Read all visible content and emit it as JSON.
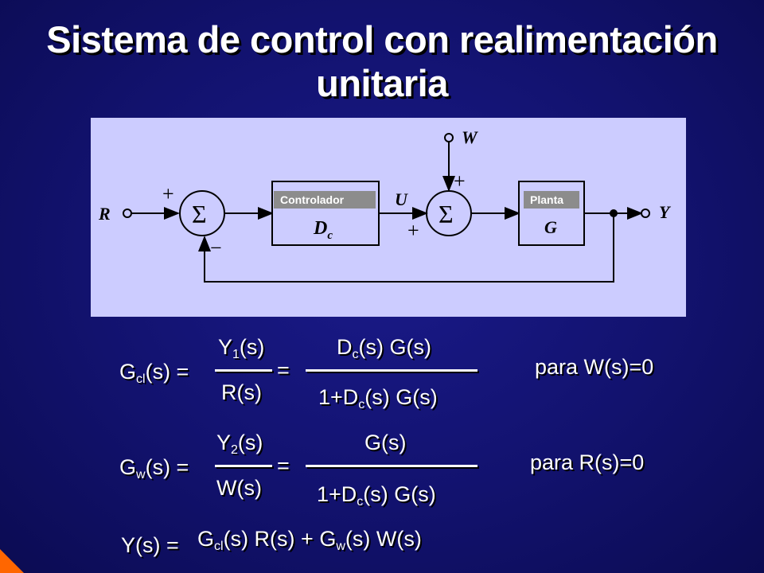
{
  "title": "Sistema de control con realimentación unitaria",
  "diagram": {
    "input": "R",
    "output": "Y",
    "disturbance": "W",
    "control_signal": "U",
    "controller_label": "Controlador",
    "controller_symbol": "D",
    "controller_subscript": "c",
    "plant_label": "Planta",
    "plant_symbol": "G",
    "sum_symbol": "Σ",
    "plus": "+",
    "minus": "−"
  },
  "eq1": {
    "lhs": "G",
    "lhs_sub": "cl",
    "lhs_tail": "(s) =",
    "num1": "Y",
    "num1_sub": "1",
    "num1_tail": "(s)",
    "den1": "R(s)",
    "equals": "=",
    "num2_a": "D",
    "num2_sub": "c",
    "num2_tail": "(s) G(s)",
    "den2_a": "1+D",
    "den2_sub": "c",
    "den2_tail": "(s) G(s)",
    "condition": "para W(s)=0"
  },
  "eq2": {
    "lhs": "G",
    "lhs_sub": "w",
    "lhs_tail": "(s) =",
    "num1": "Y",
    "num1_sub": "2",
    "num1_tail": "(s)",
    "den1": "W(s)",
    "equals": "=",
    "num2": "G(s)",
    "den2_a": "1+D",
    "den2_sub": "c",
    "den2_tail": "(s) G(s)",
    "condition": "para R(s)=0"
  },
  "eq3": {
    "lhs": "Y(s) =",
    "t1": "G",
    "t1_sub": "cl",
    "t1_tail": "(s) R(s) + G",
    "t2_sub": "w",
    "t2_tail": "(s) W(s)"
  },
  "colors": {
    "background": "#12126e",
    "panel": "#ccccff",
    "block_label_bg": "#8c8c8c",
    "accent": "#ff6600"
  }
}
